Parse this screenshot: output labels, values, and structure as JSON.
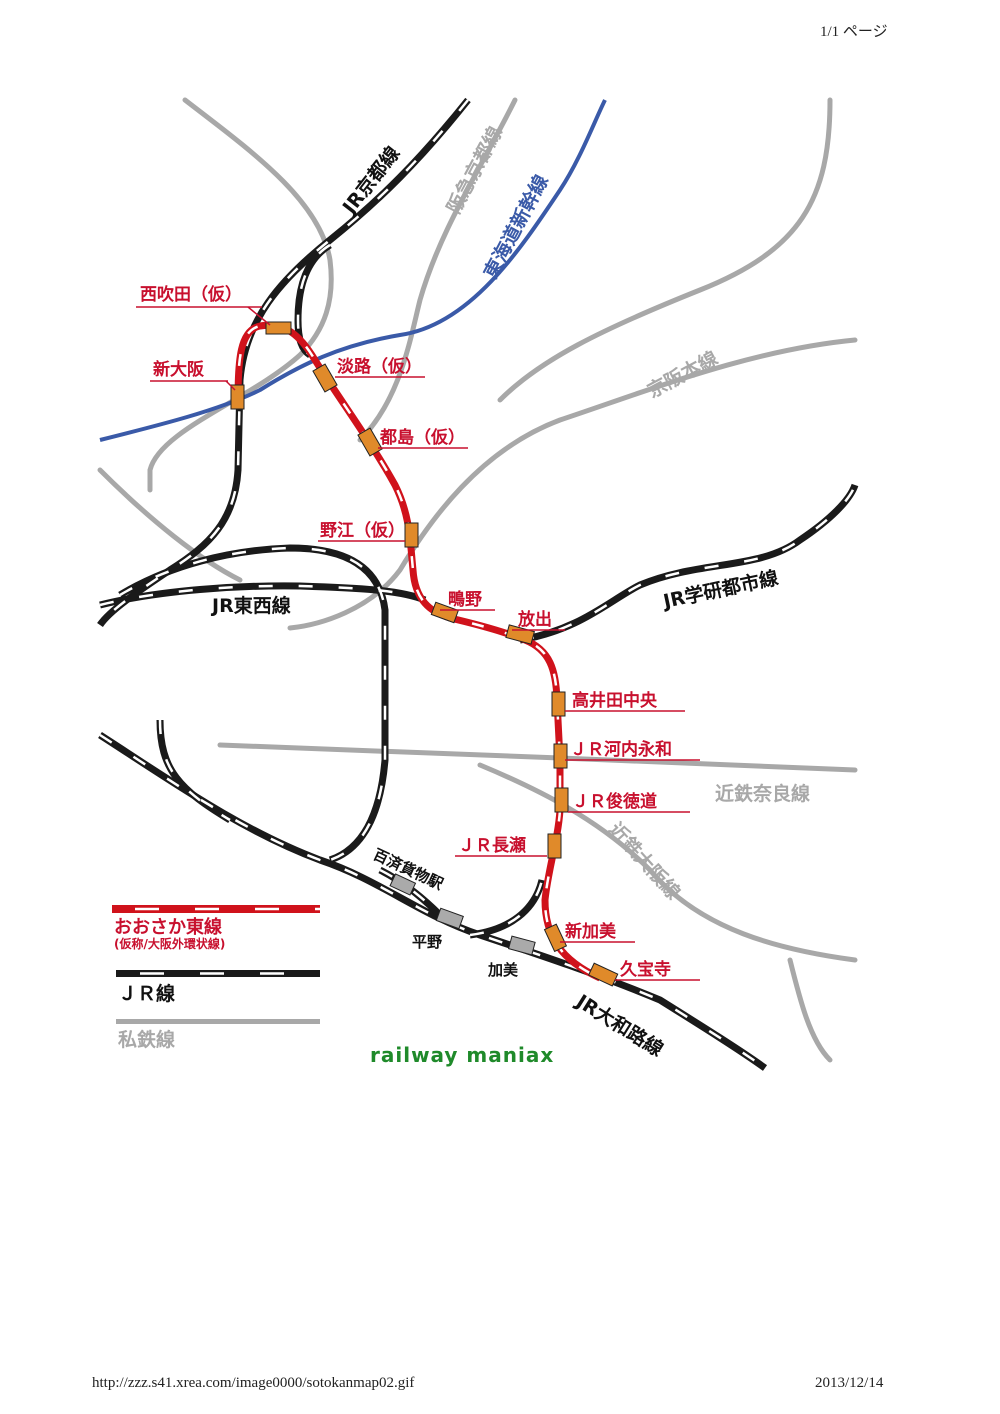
{
  "header": {
    "page_indicator": "1/1 ページ"
  },
  "footer": {
    "url": "http://zzz.s41.xrea.com/image0000/sotokanmap02.gif",
    "date": "2013/12/14"
  },
  "map": {
    "lines": {
      "jr_kyoto": "JR京都線",
      "hankyu_kyoto": "阪急京都線",
      "tokaido_shinkansen": "東海道新幹線",
      "keihan": "京阪本線",
      "jr_tozai": "JR東西線",
      "jr_gakkentoshi": "JR学研都市線",
      "kintetsu_nara": "近鉄奈良線",
      "kintetsu_osaka": "近鉄大阪線",
      "jr_yamatoji": "JR大和路線"
    },
    "stations": {
      "nishi_suita": "西吹田（仮）",
      "shin_osaka": "新大阪",
      "awaji": "淡路（仮）",
      "toshima": "都島（仮）",
      "noe": "野江（仮）",
      "shigino": "鴫野",
      "hanaten": "放出",
      "takaida": "高井田中央",
      "kawachi_eiwa": "ＪＲ河内永和",
      "shuntokumichi": "ＪＲ俊徳道",
      "nagase": "ＪＲ長瀬",
      "shin_kami": "新加美",
      "kyuhoji": "久宝寺",
      "kudara": "百済貨物駅",
      "hirano": "平野",
      "kami": "加美"
    },
    "legend": {
      "osaka_higashi": "おおさか東線",
      "osaka_higashi_sub": "(仮称/大阪外環状線)",
      "jr": "ＪＲ線",
      "private": "私鉄線"
    },
    "watermark": "railway maniax",
    "colors": {
      "osaka_higashi": "#d0121b",
      "jr": "#1a1a1a",
      "private": "#a8a8a8",
      "shinkansen": "#3a5aa8",
      "station": "#e08a2a",
      "freight_station": "#aaaaaa"
    }
  }
}
